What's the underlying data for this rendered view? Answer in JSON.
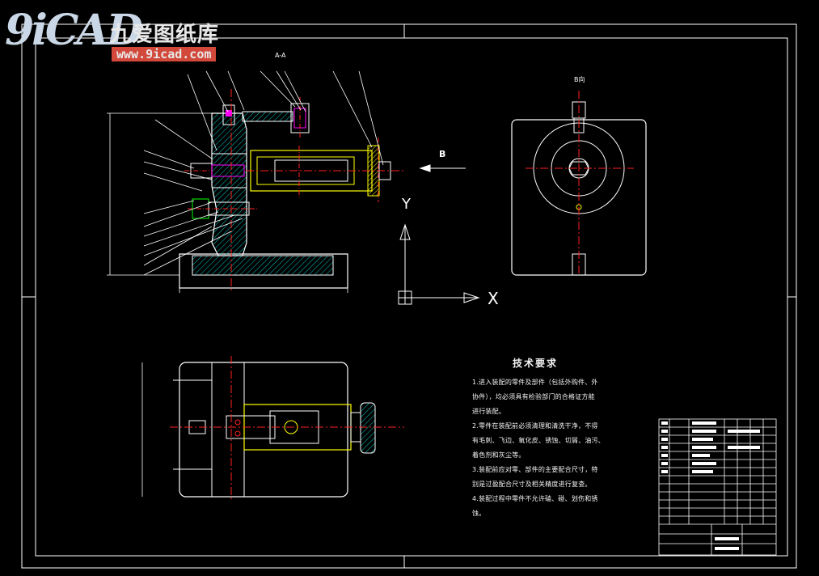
{
  "logo": {
    "mark": "9iCAD",
    "site_name_cn": "九爱图纸库",
    "url": "www.9icad.com"
  },
  "axes": {
    "y_label": "Y",
    "x_label": "X"
  },
  "view_labels": {
    "direction": "B",
    "view_a": "A-A",
    "view_b": "B向"
  },
  "technical_requirements": {
    "title": "技术要求",
    "lines": [
      "1.进入装配的零件及部件（包括外购件、外",
      "协件），均必须具有检验部门的合格证方能",
      "进行装配。",
      "2.零件在装配前必须清理和清洗干净，不得",
      "有毛刺、飞边、氧化皮、锈蚀、切屑、油污、",
      "着色剂和灰尘等。",
      "3.装配前应对零、部件的主要配合尺寸，特",
      "别是过盈配合尺寸及相关精度进行复查。",
      "4.装配过程中零件不允许磕、碰、划伤和锈",
      "蚀。"
    ]
  },
  "colors": {
    "background": "#000000",
    "line_white": "#ffffff",
    "line_yellow": "#ffff00",
    "center_red": "#ff2020",
    "hatch_cyan": "#00c8c8",
    "magenta": "#ff00ff",
    "green": "#00ff00"
  }
}
